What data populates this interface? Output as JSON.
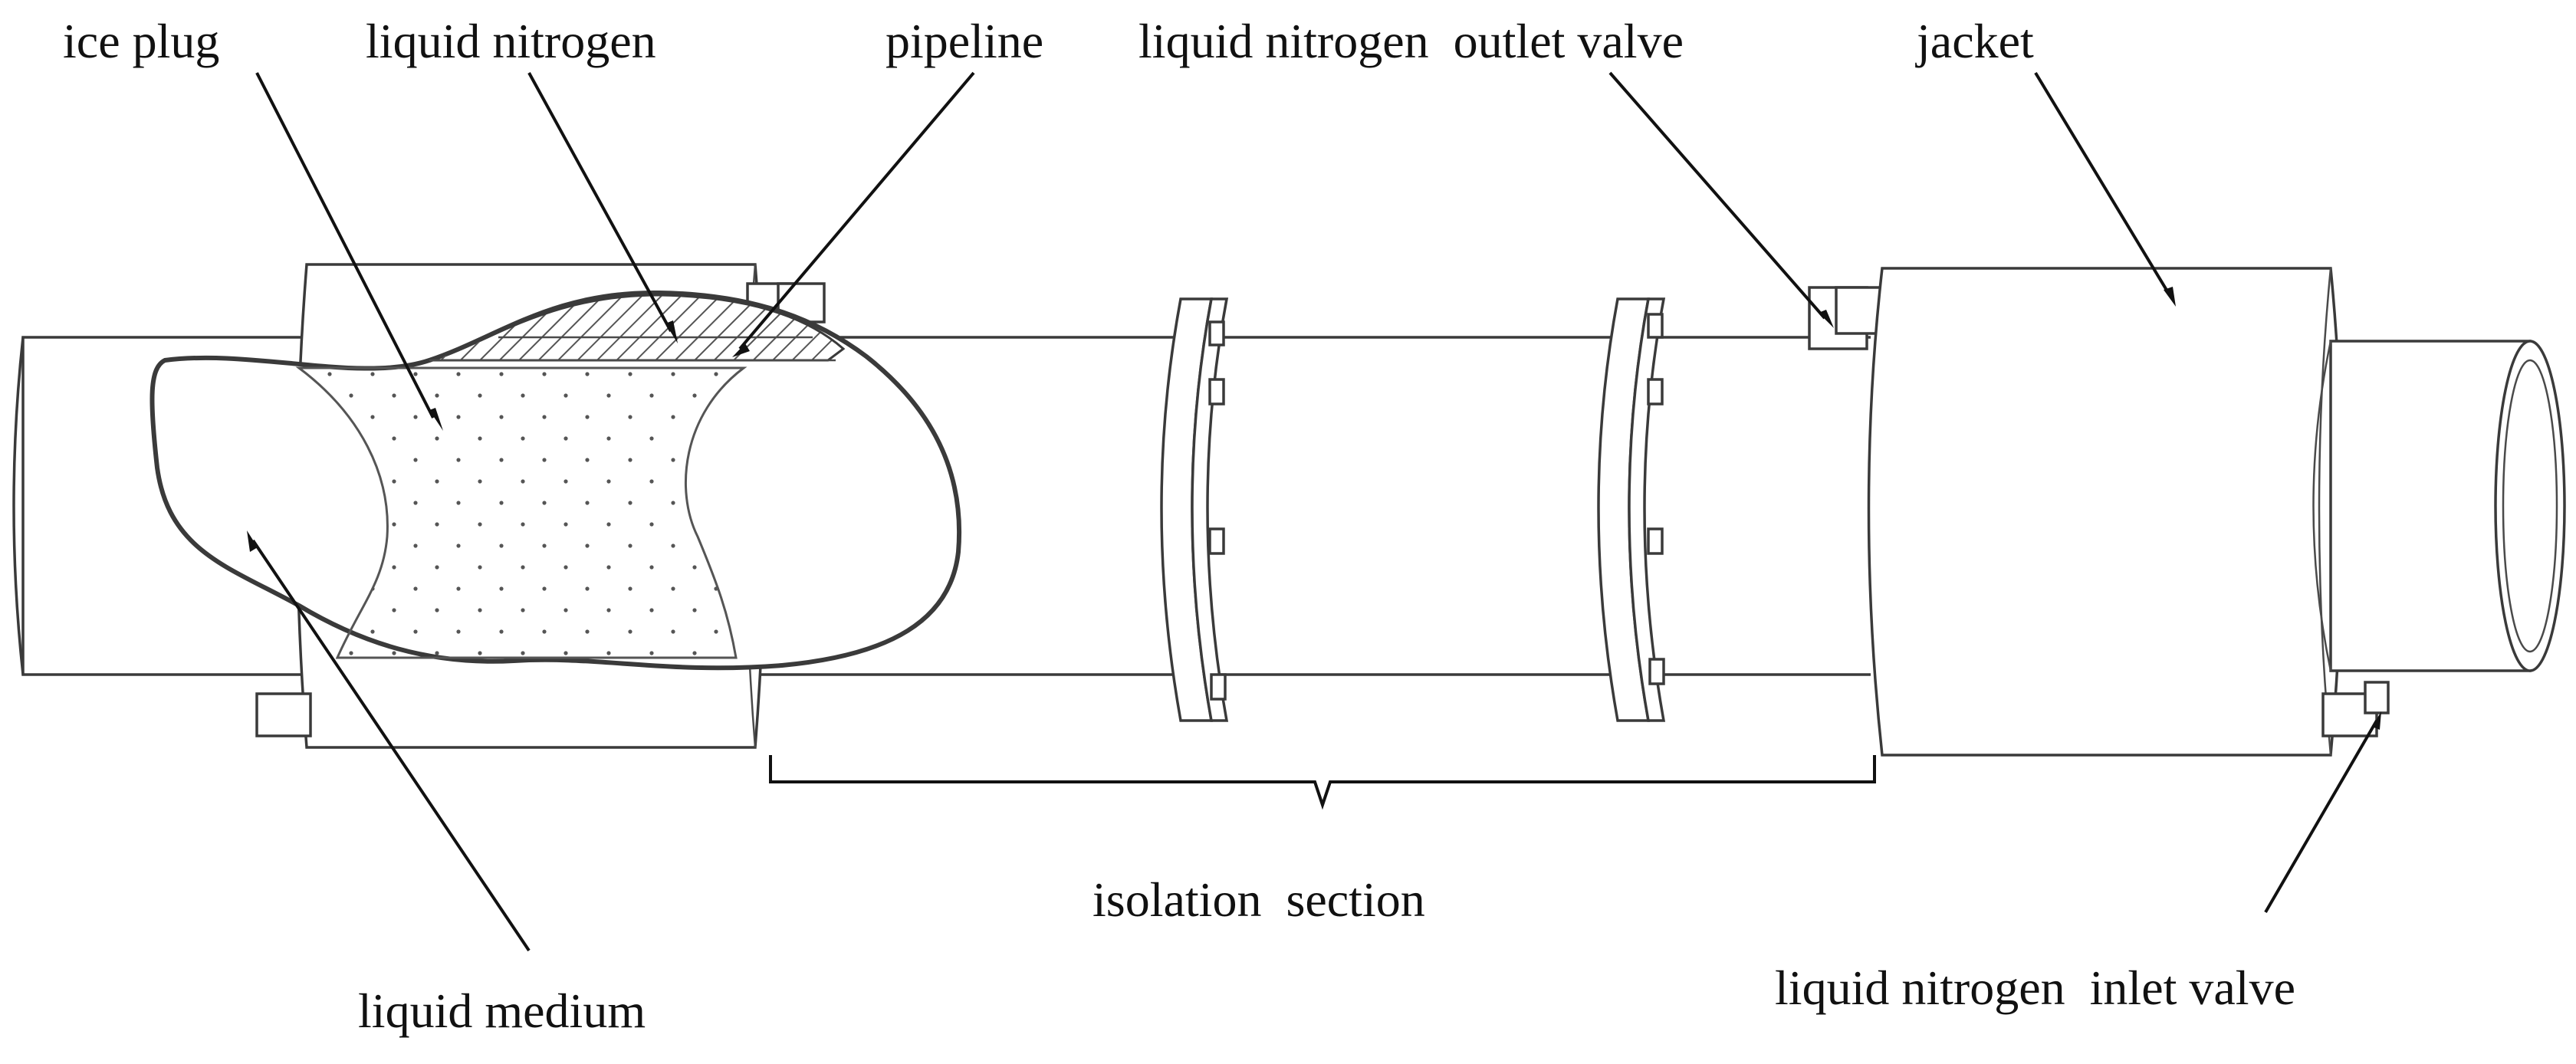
{
  "labels": {
    "ice_plug": "ice plug",
    "liquid_nitrogen": "liquid nitrogen",
    "pipeline": "pipeline",
    "liquid_nitrogen_outlet_valve": "liquid nitrogen  outlet valve",
    "jacket": "jacket",
    "isolation_section": "isolation  section",
    "liquid_medium": "liquid medium",
    "liquid_nitrogen_inlet_valve": "liquid nitrogen  inlet valve"
  },
  "colors": {
    "line": "#3a3a3a",
    "text": "#111111",
    "background": "#ffffff",
    "hatch": "#555555"
  }
}
